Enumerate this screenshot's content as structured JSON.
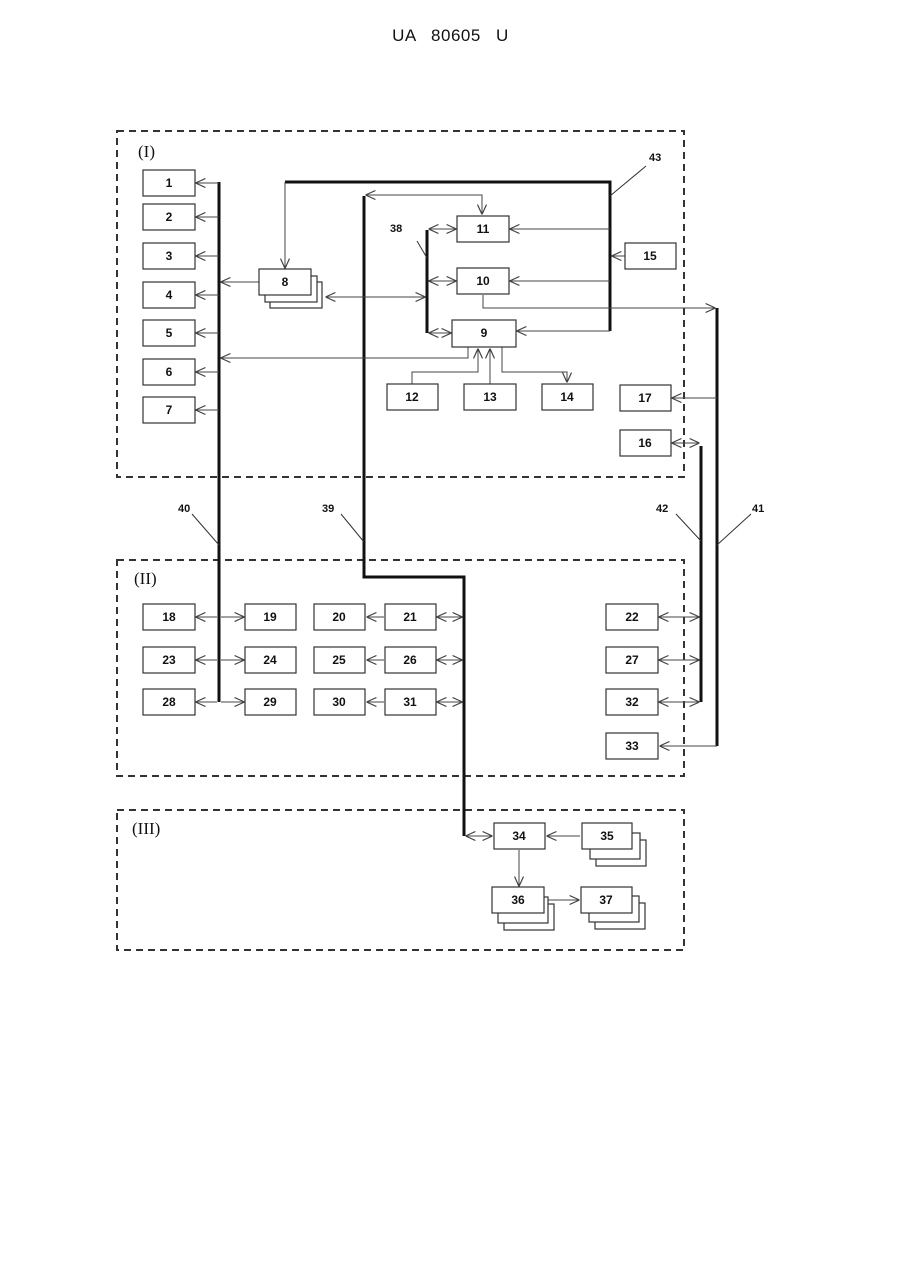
{
  "header": {
    "text": "UA   80605   U"
  },
  "sections": [
    "(I)",
    "(II)",
    "(III)"
  ],
  "blocks": [
    "1",
    "2",
    "3",
    "4",
    "5",
    "6",
    "7",
    "8",
    "9",
    "10",
    "11",
    "12",
    "13",
    "14",
    "15",
    "16",
    "17",
    "18",
    "19",
    "20",
    "21",
    "22",
    "23",
    "24",
    "25",
    "26",
    "27",
    "28",
    "29",
    "30",
    "31",
    "32",
    "33",
    "34",
    "35",
    "36",
    "37"
  ],
  "bus_labels": [
    "38",
    "39",
    "40",
    "41",
    "42",
    "43"
  ]
}
